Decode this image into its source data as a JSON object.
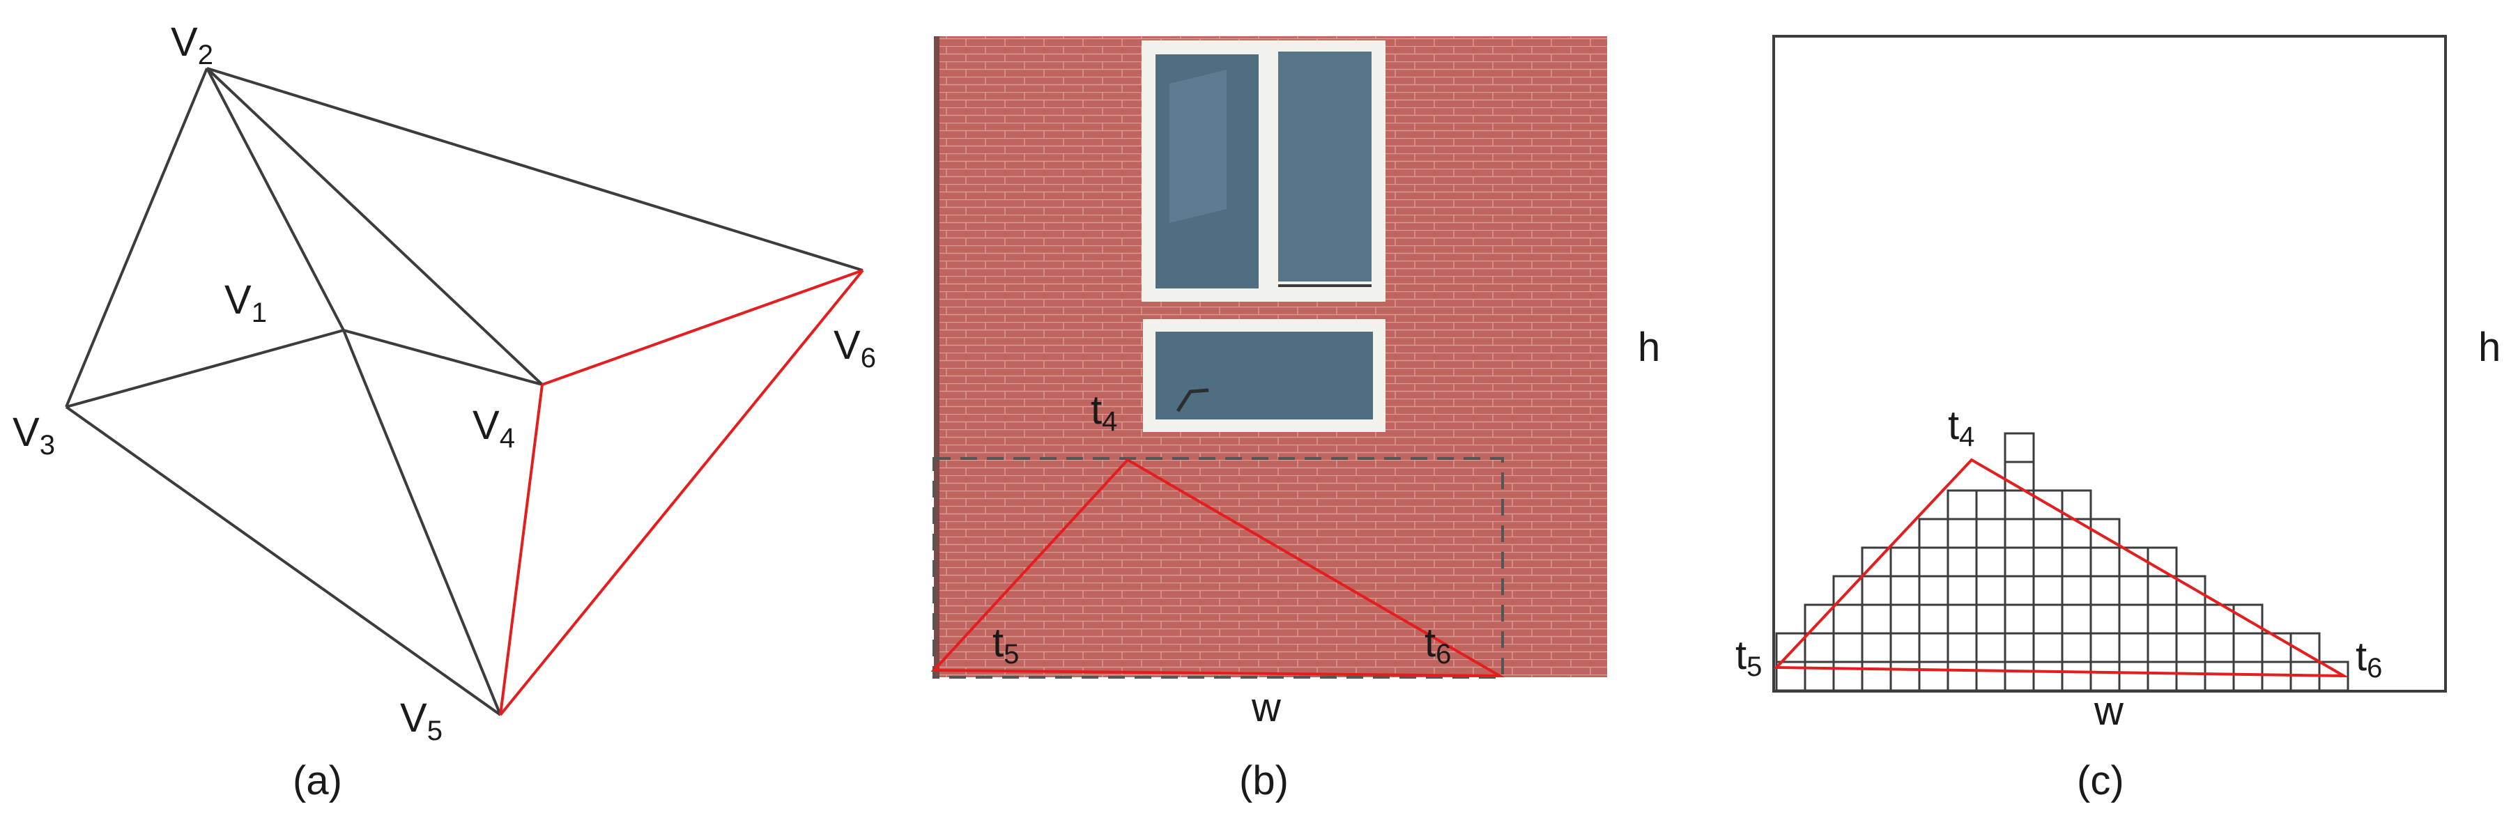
{
  "panel_a": {
    "caption": "(a)",
    "vertices": [
      {
        "id": "v2",
        "letter": "V",
        "sub": "2"
      },
      {
        "id": "v1",
        "letter": "V",
        "sub": "1"
      },
      {
        "id": "v3",
        "letter": "V",
        "sub": "3"
      },
      {
        "id": "v4",
        "letter": "V",
        "sub": "4"
      },
      {
        "id": "v5",
        "letter": "V",
        "sub": "5"
      },
      {
        "id": "v6",
        "letter": "V",
        "sub": "6"
      }
    ]
  },
  "panel_b": {
    "caption": "(b)",
    "width_label": "w",
    "height_label": "h",
    "points": [
      {
        "id": "t4",
        "letter": "t",
        "sub": "4"
      },
      {
        "id": "t5",
        "letter": "t",
        "sub": "5"
      },
      {
        "id": "t6",
        "letter": "t",
        "sub": "6"
      }
    ]
  },
  "panel_c": {
    "caption": "(c)",
    "width_label": "w",
    "height_label": "h",
    "points": [
      {
        "id": "t4",
        "letter": "t",
        "sub": "4"
      },
      {
        "id": "t5",
        "letter": "t",
        "sub": "5"
      },
      {
        "id": "t6",
        "letter": "t",
        "sub": "6"
      }
    ]
  },
  "colors": {
    "edge": "#3c3c3c",
    "highlight": "#e41e1e",
    "brick": "#c0645f",
    "mortar": "#d99a94",
    "glass": "#4f6e82",
    "frame": "#f2f2ec"
  }
}
